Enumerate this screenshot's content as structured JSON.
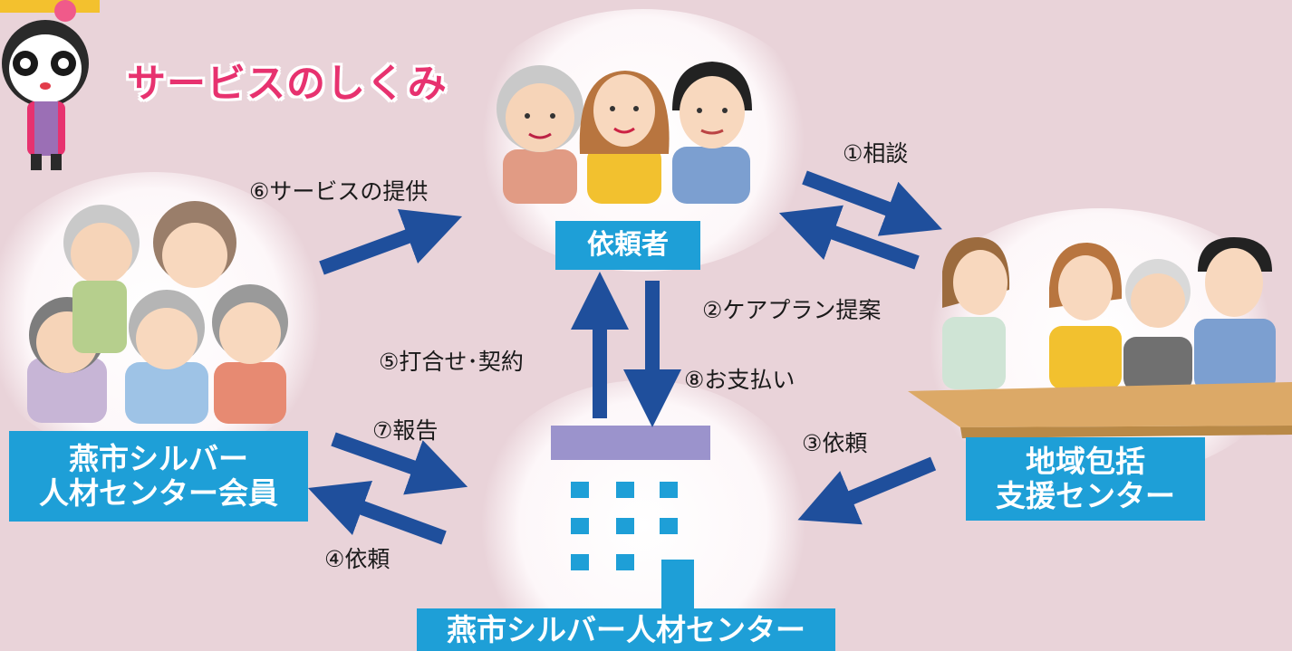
{
  "title": "サービスのしくみ",
  "nodes": {
    "client": "依頼者",
    "members_line1": "燕市シルバー",
    "members_line2": "人材センター会員",
    "support_line1": "地域包括",
    "support_line2": "支援センター",
    "center": "燕市シルバー人材センター"
  },
  "steps": {
    "s1": "①相談",
    "s2": "②ケアプラン提案",
    "s3": "③依頼",
    "s4": "④依頼",
    "s5": "⑤打合せ･契約",
    "s6": "⑥サービスの提供",
    "s7": "⑦報告",
    "s8": "⑧お支払い"
  },
  "colors": {
    "arrow": "#1f4f9c",
    "label_bg": "#1e9fd7",
    "title": "#e7326f",
    "building": "#1e9fd7",
    "building_roof": "#9b93cc"
  }
}
